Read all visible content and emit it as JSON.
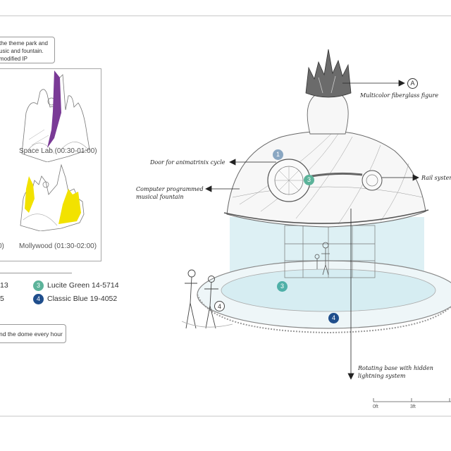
{
  "intro_note": {
    "line1": "the theme park and",
    "line2": "usic and fountain.",
    "line3": "modified IP"
  },
  "scenes": [
    {
      "caption": "Space Lab (00:30-01:00)",
      "accent": "#7a3a96"
    },
    {
      "caption": "Mollywood (01:30-02:00)",
      "accent": "#f2e200"
    },
    {
      "caption": "0)"
    }
  ],
  "legend": {
    "left_partial": [
      "13",
      "5"
    ],
    "items": [
      {
        "number": "3",
        "label": "Lucite Green 14-5714",
        "color": "#5cb39a"
      },
      {
        "number": "4",
        "label": "Classic Blue 19-4052",
        "color": "#1f4e8c"
      }
    ]
  },
  "hour_note": "nd the dome every hour",
  "diagram": {
    "badges": [
      {
        "number": "1",
        "color": "#8aa7c2"
      },
      {
        "number": "3",
        "color": "#5cb39a"
      },
      {
        "number": "3",
        "color": "#4fb0a8"
      },
      {
        "number": "4",
        "color": "#1f4e8c"
      },
      {
        "number": "4",
        "color": "#ffffff"
      }
    ],
    "callouts": {
      "a_marker": "A",
      "fiberglass": "Multicolor fiberglass figure",
      "door": "Door for animatrinix cycle",
      "fountain_line1": "Computer programmed",
      "fountain_line2": "musical fountain",
      "rail": "Rail system",
      "base_line1": "Rotating base with hidden",
      "base_line2": "lightning system"
    },
    "water_color": "#cfe9ef"
  },
  "scale_bar": {
    "labels": [
      "0ft",
      "3ft"
    ]
  }
}
